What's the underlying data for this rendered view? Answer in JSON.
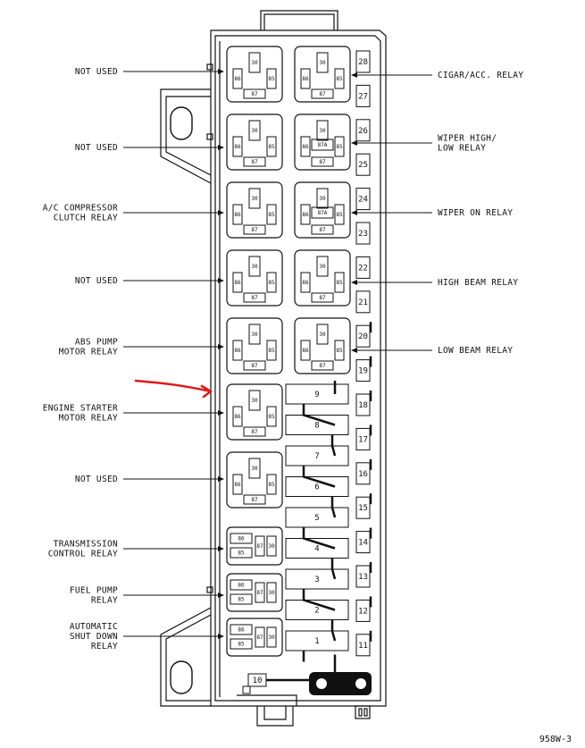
{
  "labels": {
    "left": [
      [
        "NOT USED"
      ],
      [
        "NOT USED"
      ],
      [
        "A/C COMPRESSOR",
        "CLUTCH RELAY"
      ],
      [
        "NOT USED"
      ],
      [
        "ABS PUMP",
        "MOTOR RELAY"
      ],
      [
        "ENGINE STARTER",
        "MOTOR RELAY"
      ],
      [
        "NOT USED"
      ],
      [
        "TRANSMISSION",
        "CONTROL RELAY"
      ],
      [
        "FUEL PUMP",
        "RELAY"
      ],
      [
        "AUTOMATIC",
        "SHUT DOWN",
        "RELAY"
      ]
    ],
    "right": [
      [
        "CIGAR/ACC. RELAY"
      ],
      [
        "WIPER HIGH/",
        "LOW RELAY"
      ],
      [
        "WIPER ON RELAY"
      ],
      [
        "HIGH BEAM RELAY"
      ],
      [
        "LOW BEAM RELAY"
      ]
    ]
  },
  "relay_pins": {
    "p30": "30",
    "p86": "86",
    "p85": "85",
    "p87": "87",
    "p87a": "87A"
  },
  "small_relay_pins": [
    "86",
    "85",
    "87",
    "30"
  ],
  "fuse_small": [
    "28",
    "27",
    "26",
    "25",
    "24",
    "23",
    "22",
    "21",
    "20",
    "19",
    "18",
    "17",
    "16",
    "15",
    "14",
    "13",
    "12",
    "11"
  ],
  "fuse_large": [
    "9",
    "8",
    "7",
    "6",
    "5",
    "4",
    "3",
    "2",
    "1"
  ],
  "fuse_bottom": "10",
  "figure_id": "958W-3",
  "colors": {
    "ink": "#111111",
    "annotation_arrow": "#e01818",
    "background": "#ffffff"
  }
}
